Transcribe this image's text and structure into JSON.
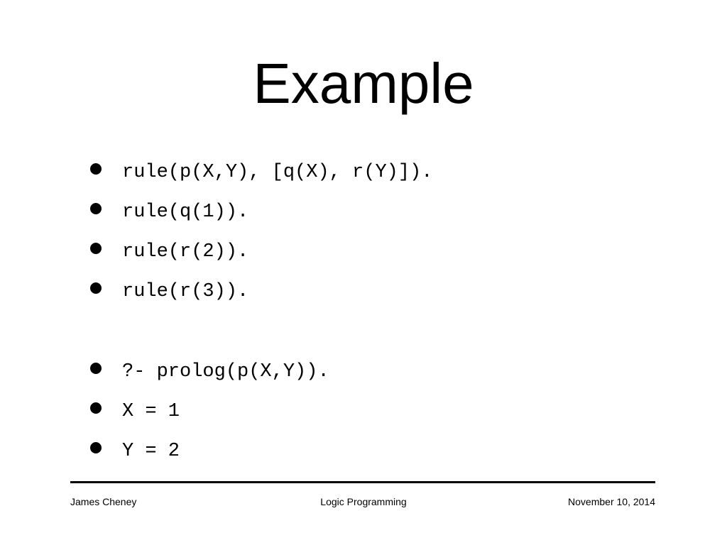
{
  "slide": {
    "title": "Example",
    "bullets": [
      "rule(p(X,Y), [q(X), r(Y)]).",
      "rule(q(1)).",
      "rule(r(2)).",
      "rule(r(3))."
    ],
    "query_bullets": [
      "?- prolog(p(X,Y)).",
      "X = 1",
      "Y = 2"
    ]
  },
  "footer": {
    "author": "James Cheney",
    "course": "Logic Programming",
    "date": "November 10, 2014"
  }
}
